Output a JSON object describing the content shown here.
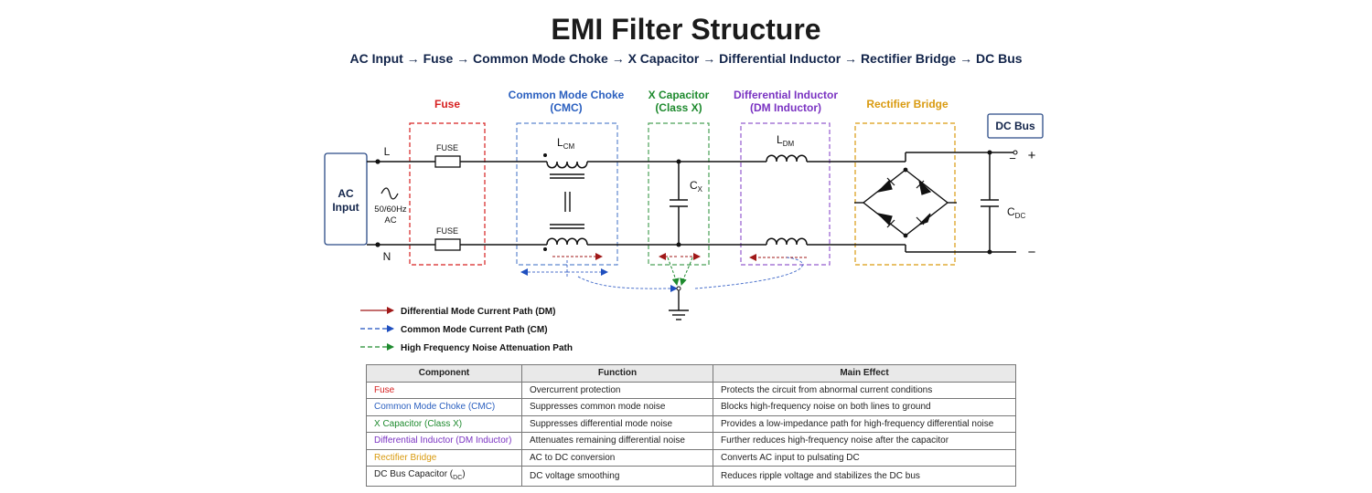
{
  "title": "EMI Filter Structure",
  "subtitle": "AC Input → Fuse → Common Mode Choke → X Capacitor → Differential Inductor → Rectifier Bridge → DC Bus",
  "colors": {
    "fuse": "#d62020",
    "cmc": "#2a5fbf",
    "xcap": "#1e8a2e",
    "dm": "#7a33c2",
    "rect": "#d99a0f",
    "wire": "#111111",
    "dm_path": "#a01818",
    "cm_path": "#1f4fbf",
    "hf_path": "#1e8a2e"
  },
  "stages": {
    "fuse": {
      "label": "Fuse"
    },
    "cmc": {
      "label_line1": "Common Mode Choke",
      "label_line2": "(CMC)"
    },
    "xcap": {
      "label_line1": "X Capacitor",
      "label_line2": "(Class X)"
    },
    "dm": {
      "label_line1": "Differential Inductor",
      "label_line2": "(DM Inductor)"
    },
    "rect": {
      "label": "Rectifier Bridge"
    }
  },
  "circuit": {
    "ac_input_line1": "AC",
    "ac_input_line2": "Input",
    "freq_line1": "50/60Hz",
    "freq_line2": "AC",
    "line_label": "L",
    "neutral_label": "N",
    "fuse_top": "FUSE",
    "fuse_bottom": "FUSE",
    "lcm": "L",
    "lcm_sub": "CM",
    "cx": "C",
    "cx_sub": "X",
    "ldm": "L",
    "ldm_sub": "DM",
    "cdc": "C",
    "cdc_sub": "DC",
    "dc_bus": "DC Bus",
    "plus": "+",
    "minus_top": "−",
    "minus_bottom": "−"
  },
  "legend": {
    "dm": "Differential Mode Current Path (DM)",
    "cm": "Common Mode Current Path (CM)",
    "hf": "High Frequency Noise Attenuation Path"
  },
  "table": {
    "headers": [
      "Component",
      "Function",
      "Main Effect"
    ],
    "rows": [
      {
        "component": "Fuse",
        "function": "Overcurrent protection",
        "effect": "Protects the circuit from abnormal current conditions",
        "color": "#d62020"
      },
      {
        "component": "Common Mode Choke (CMC)",
        "function": "Suppresses common mode noise",
        "effect": "Blocks high-frequency noise on both lines to ground",
        "color": "#2a5fbf"
      },
      {
        "component": "X Capacitor (Class X)",
        "function": "Suppresses differential mode noise",
        "effect": "Provides a low-impedance path for high-frequency differential noise",
        "color": "#1e8a2e"
      },
      {
        "component": "Differential Inductor (DM Inductor)",
        "function": "Attenuates remaining differential noise",
        "effect": "Further reduces high-frequency noise after the capacitor",
        "color": "#7a33c2"
      },
      {
        "component": "Rectifier Bridge",
        "function": "AC to DC conversion",
        "effect": "Converts AC input to pulsating DC",
        "color": "#d99a0f"
      },
      {
        "component": "DC Bus Capacitor (",
        "component_sub": "DC",
        "component_tail": ")",
        "function": "DC voltage smoothing",
        "effect": "Reduces ripple voltage and stabilizes the DC bus",
        "color": "#111111"
      }
    ]
  }
}
